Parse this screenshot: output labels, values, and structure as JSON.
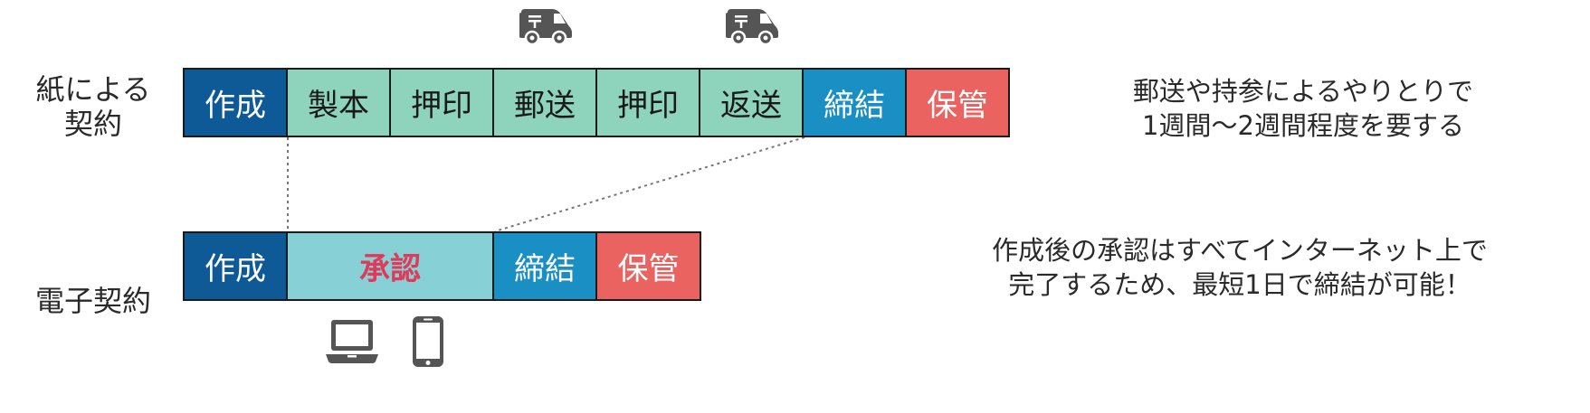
{
  "paper_row": {
    "label_line1": "紙による",
    "label_line2": "契約",
    "steps": [
      "作成",
      "製本",
      "押印",
      "郵送",
      "押印",
      "返送",
      "締結",
      "保管"
    ],
    "description_line1": "郵送や持参によるやりとりで",
    "description_line2": "1週間～2週間程度を要する"
  },
  "electronic_row": {
    "label": "電子契約",
    "steps": [
      "作成",
      "承認",
      "締結",
      "保管"
    ],
    "description_line1": "作成後の承認はすべてインターネット上で",
    "description_line2": "完了するため、最短1日で締結が可能！"
  },
  "icons": {
    "delivery": "delivery-truck-icon",
    "laptop": "laptop-icon",
    "phone": "smartphone-icon"
  },
  "colors": {
    "create": "#0d5a96",
    "process": "#8ed3bb",
    "approve": "#86d0d6",
    "approve_text": "#e03a5a",
    "conclude": "#1a8fc4",
    "store": "#ea6360"
  }
}
